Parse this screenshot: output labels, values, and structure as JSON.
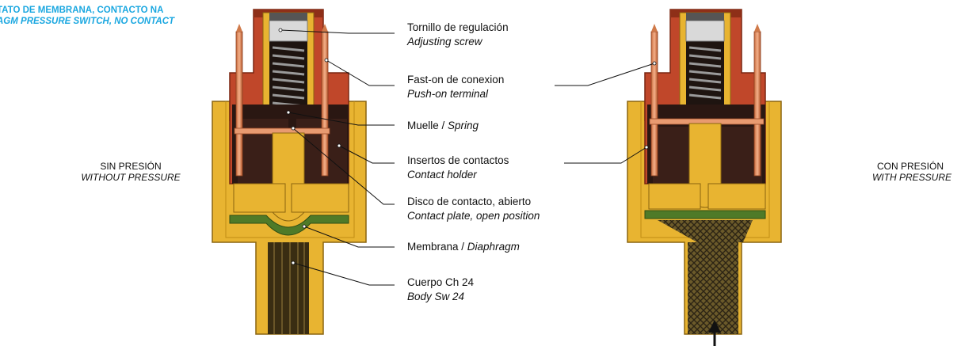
{
  "header": {
    "line1": "TATO DE MEMBRANA, CONTACTO NA",
    "line2": "AGM PRESSURE SWITCH, NO CONTACT",
    "color": "#1aa7e0"
  },
  "left_state": {
    "es": "SIN PRESIÓN",
    "en": "WITHOUT PRESSURE"
  },
  "right_state": {
    "es": "CON PRESIÓN",
    "en": "WITH PRESSURE"
  },
  "labels": {
    "adjusting_screw": {
      "es": "Tornillo de regulación",
      "en": "Adjusting screw"
    },
    "push_on_terminal": {
      "es": "Fast-on de conexion",
      "en": "Push-on terminal"
    },
    "spring": {
      "es": "Muelle /",
      "en": "Spring"
    },
    "contact_holder": {
      "es": "Insertos de contactos",
      "en": "Contact holder"
    },
    "contact_plate": {
      "es": "Disco de contacto, abierto",
      "en": "Contact plate, open position"
    },
    "diaphragm": {
      "es": "Membrana /",
      "en": "Diaphragm"
    },
    "body": {
      "es": "Cuerpo Ch 24",
      "en": "Body Sw 24"
    }
  },
  "colors": {
    "body_yellow": "#e8b431",
    "body_dark": "#c18d14",
    "insert_red": "#c0472a",
    "insert_dark": "#8e2f18",
    "chamber": "#2a1712",
    "contact_copper": "#e89a70",
    "diaphragm_green": "#4f7a28",
    "screw_grey": "#d9d9d9"
  },
  "icons": {
    "pressure_arrow": "arrow-up-icon"
  }
}
